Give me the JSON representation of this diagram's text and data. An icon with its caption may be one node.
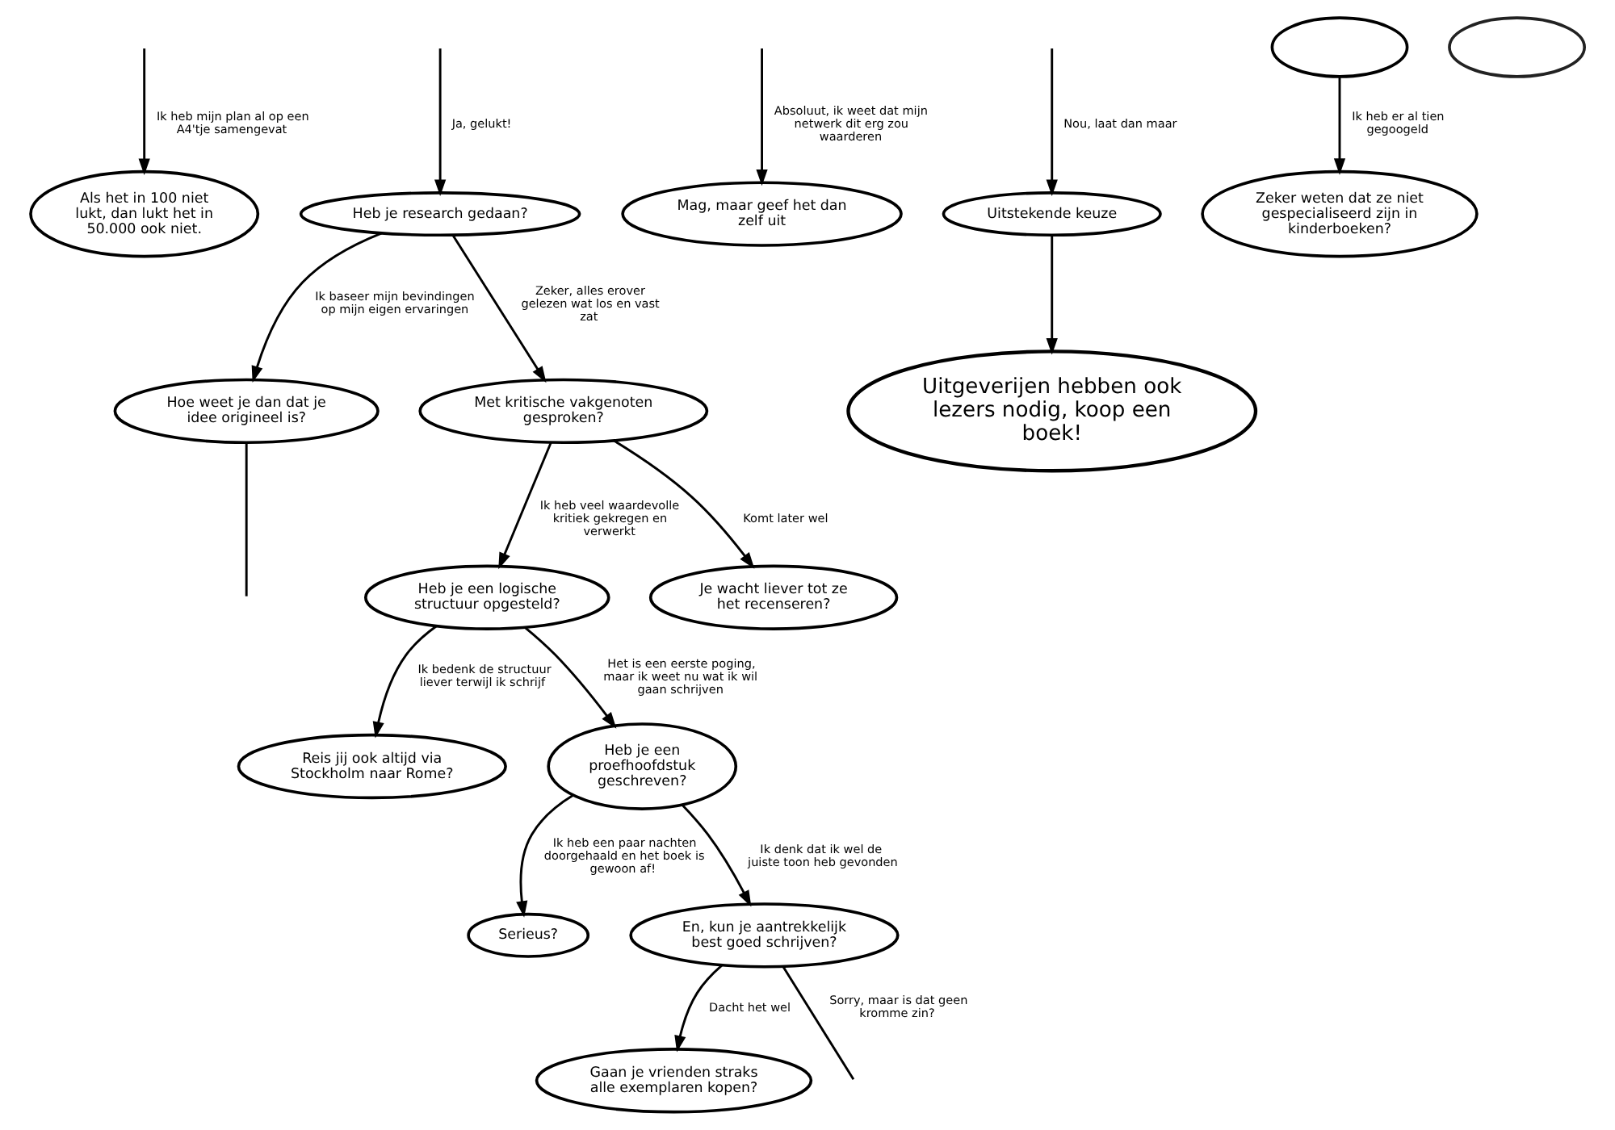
{
  "diagram": {
    "nodes": [
      {
        "text": [
          "Als het in 100 niet lukt, dan lukt het in 50.000 ook niet."
        ]
      },
      {
        "text": [
          "Heb je research gedaan?"
        ]
      },
      {
        "text": [
          "Mag, maar geef het dan zelf uit"
        ]
      },
      {
        "text": [
          "Uitstekende keuze"
        ]
      },
      {
        "text": [
          "Uitgeverijen hebben ook lezers nodig, koop een boek!"
        ]
      },
      {
        "text": [
          "Hoe weet je dan dat je idee origineel is?"
        ]
      },
      {
        "text": [
          "Met kritische vakgenoten gesproken?"
        ]
      },
      {
        "text": [
          "Reis jij ook altijd via Stockholm naar Rome?"
        ]
      },
      {
        "text": [
          "Heb je een logische structuur opgesteld?"
        ]
      },
      {
        "text": [
          "Je wacht liever tot ze het recenseren?"
        ]
      },
      {
        "text": [
          "Serieus?"
        ]
      },
      {
        "text": [
          "Heb je een proefhoofdstuk geschreven?"
        ]
      },
      {
        "text": [
          "Gaan je vrienden straks alle exemplaren kopen?"
        ]
      },
      {
        "text": [
          "Zeker weten dat ze niet gespecialiseerd zijn in kinderboeken?"
        ]
      },
      {
        "text": [
          "En, kun je aantrekkelijk best goed schrijven?"
        ]
      },
      {
        "text": [],
        "shape": "ellipse"
      },
      {
        "text": [],
        "shape": "ellipse"
      }
    ],
    "edges": [
      {
        "from": null,
        "to": 0,
        "arrow": "to",
        "label": "Ik heb mijn plan al op een A4'tje samengevat"
      },
      {
        "from": null,
        "to": 1,
        "arrow": "to",
        "label": "Ja, gelukt!"
      },
      {
        "from": null,
        "to": 2,
        "arrow": "to",
        "label": "Absoluut, ik weet dat mijn netwerk dit erg zou waarderen"
      },
      {
        "from": null,
        "to": 3,
        "arrow": "to",
        "label": "Nou, laat dan maar"
      },
      {
        "from": 3,
        "to": 4,
        "arrow": "to"
      },
      {
        "from": 1,
        "to": 5,
        "arrow": "to",
        "label": "Ik baseer mijn bevindingen op mijn eigen ervaringen"
      },
      {
        "from": 1,
        "to": 6,
        "arrow": "to",
        "label": "Zeker, alles erover gelezen wat los en vast zat"
      },
      {
        "from": 5,
        "to": null,
        "arrow": "none"
      },
      {
        "from": 6,
        "to": 9,
        "arrow": "to",
        "label": "Komt later wel"
      },
      {
        "from": 6,
        "to": 8,
        "arrow": "to",
        "label": "Ik heb veel waardevolle kritiek gekregen en verwerkt"
      },
      {
        "from": 8,
        "to": 7,
        "arrow": "to",
        "label": "Ik bedenk de structuur liever terwijl ik schrijf"
      },
      {
        "from": 8,
        "to": 11,
        "arrow": "to",
        "label": "Het is een eerste poging, maar ik weet nu wat ik wil gaan schrijven"
      },
      {
        "from": 11,
        "to": 10,
        "arrow": "to",
        "label": "Ik heb een paar nachten doorgehaald en het boek is gewoon af!"
      },
      {
        "from": 11,
        "to": 14,
        "arrow": "to",
        "label": "Ik denk dat ik wel de juiste toon heb gevonden"
      },
      {
        "from": 14,
        "to": 12,
        "arrow": "to",
        "label": "Dacht het wel"
      },
      {
        "from": 14,
        "to": null,
        "arrow": "none",
        "label": "Sorry, maar is dat geen kromme zin?"
      },
      {
        "from": 15,
        "to": 13,
        "arrow": "to",
        "label": "Ik heb er al tien gegoogeld"
      }
    ]
  }
}
